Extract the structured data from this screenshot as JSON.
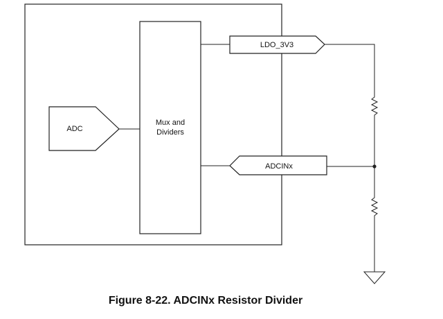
{
  "blocks": {
    "adc": "ADC",
    "mux_line1": "Mux and",
    "mux_line2": "Dividers"
  },
  "pins": {
    "ldo": "LDO_3V3",
    "adcin": "ADCINx"
  },
  "caption": "Figure 8-22. ADCINx Resistor Divider"
}
